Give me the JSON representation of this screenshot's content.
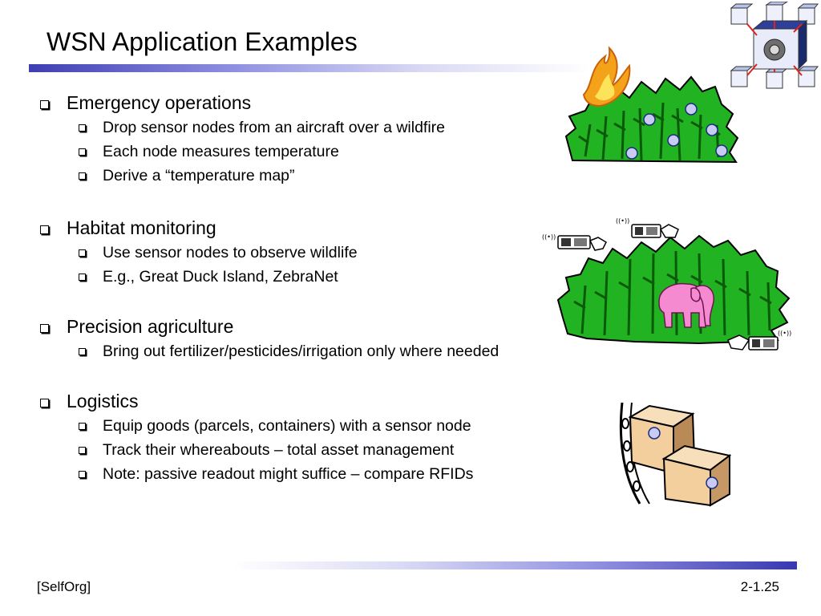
{
  "slide": {
    "title": "WSN Application Examples",
    "footer_left": "[SelfOrg]",
    "footer_right": "2-1.25"
  },
  "sections": [
    {
      "heading": "Emergency operations",
      "items": [
        "Drop sensor nodes from an aircraft over a wildfire",
        "Each node measures temperature",
        "Derive a “temperature map”"
      ]
    },
    {
      "heading": "Habitat monitoring",
      "items": [
        "Use sensor nodes to observe wildlife",
        "E.g., Great Duck Island, ZebraNet"
      ]
    },
    {
      "heading": "Precision agriculture",
      "items": [
        "Bring out fertilizer/pesticides/irrigation only where needed"
      ]
    },
    {
      "heading": "Logistics",
      "items": [
        "Equip goods (parcels, containers) with a sensor node",
        "Track their whereabouts – total asset management",
        "Note: passive readout might suffice – compare RFIDs"
      ]
    }
  ],
  "illustrations": {
    "logo": "network-cubes-logo-icon",
    "wildfire": "forest-fire-sensors-icon",
    "habitat": "forest-elephant-sensors-icon",
    "logistics": "parcels-conveyor-icon"
  },
  "colors": {
    "forest": "#22b022",
    "forest_dark": "#0a5a0a",
    "sensor_node": "#c8ccf5",
    "elephant": "#f58ad0",
    "flame": "#f29a1a",
    "parcel": "#f2d2a4",
    "rule": "#3e3eb3"
  }
}
